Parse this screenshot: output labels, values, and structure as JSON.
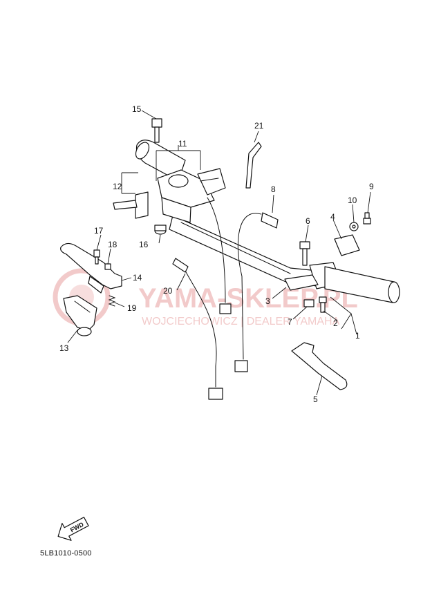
{
  "watermark": {
    "title": "YAMA-SKLEP.PL",
    "subtitle": "WOJCIECHOWICZ | DEALER YAMAHA",
    "color": "#e8a0a0"
  },
  "diagram_code": "5LB1010-0500",
  "fwd_label": "FWD",
  "callouts": [
    "1",
    "2",
    "3",
    "4",
    "5",
    "6",
    "7",
    "8",
    "9",
    "10",
    "11",
    "12",
    "13",
    "14",
    "15",
    "16",
    "17",
    "18",
    "19",
    "20",
    "21"
  ]
}
